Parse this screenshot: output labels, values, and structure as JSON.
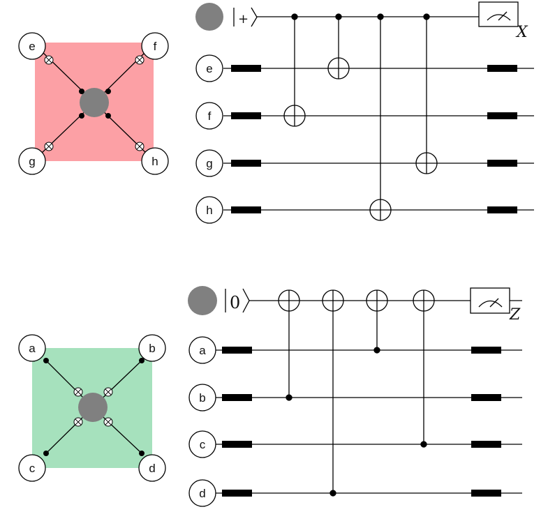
{
  "x_panel": {
    "square_color": "#fca0a5",
    "corner_nodes": [
      "e",
      "f",
      "g",
      "h"
    ],
    "circuit": {
      "ancilla_state": "|+⟩",
      "data_qubits": [
        "e",
        "f",
        "h",
        "g",
        "h"
      ],
      "measurement_basis": "X"
    }
  },
  "z_panel": {
    "square_color": "#a6e1bd",
    "corner_nodes": [
      "a",
      "b",
      "c",
      "d"
    ],
    "circuit": {
      "ancilla_state": "|0⟩",
      "data_qubits": [
        "a",
        "b",
        "c",
        "d"
      ],
      "measurement_basis": "Z"
    }
  },
  "colors": {
    "ancilla": "#808080",
    "wire": "#000000"
  }
}
